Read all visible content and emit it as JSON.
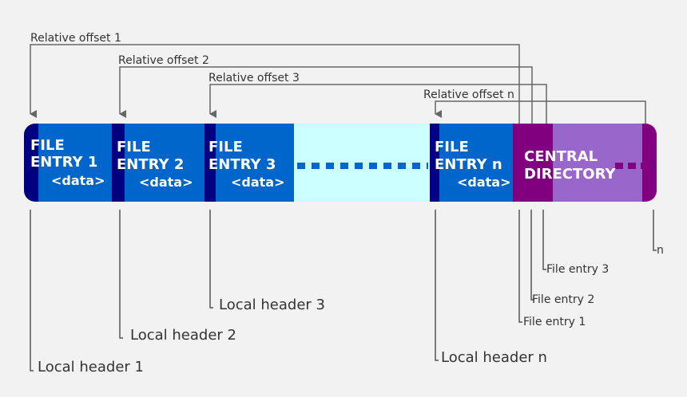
{
  "colors": {
    "background": "#f2f2f2",
    "file_entry": "#0066cc",
    "file_entry_header": "#000080",
    "gap_fill": "#ccffff",
    "central_dir": "#800080",
    "central_dir_body": "#9966cc",
    "dots_blue": "#0066cc",
    "dots_purple": "#800080",
    "arrow": "#666666"
  },
  "entries": [
    {
      "title1": "FILE",
      "title2": "ENTRY 1",
      "data": "<data>"
    },
    {
      "title1": "FILE",
      "title2": "ENTRY 2",
      "data": "<data>"
    },
    {
      "title1": "FILE",
      "title2": "ENTRY 3",
      "data": "<data>"
    },
    {
      "title1": "FILE",
      "title2": "ENTRY n",
      "data": "<data>"
    }
  ],
  "central_directory": {
    "line1": "CENTRAL",
    "line2": "DIRECTORY"
  },
  "offsets": [
    "Relative offset 1",
    "Relative offset 2",
    "Relative offset 3",
    "Relative offset n"
  ],
  "local_headers": [
    "Local header 1",
    "Local header 2",
    "Local header 3",
    "Local header n"
  ],
  "cd_entries": [
    "File entry 1",
    "File entry 2",
    "File entry 3",
    "n"
  ]
}
